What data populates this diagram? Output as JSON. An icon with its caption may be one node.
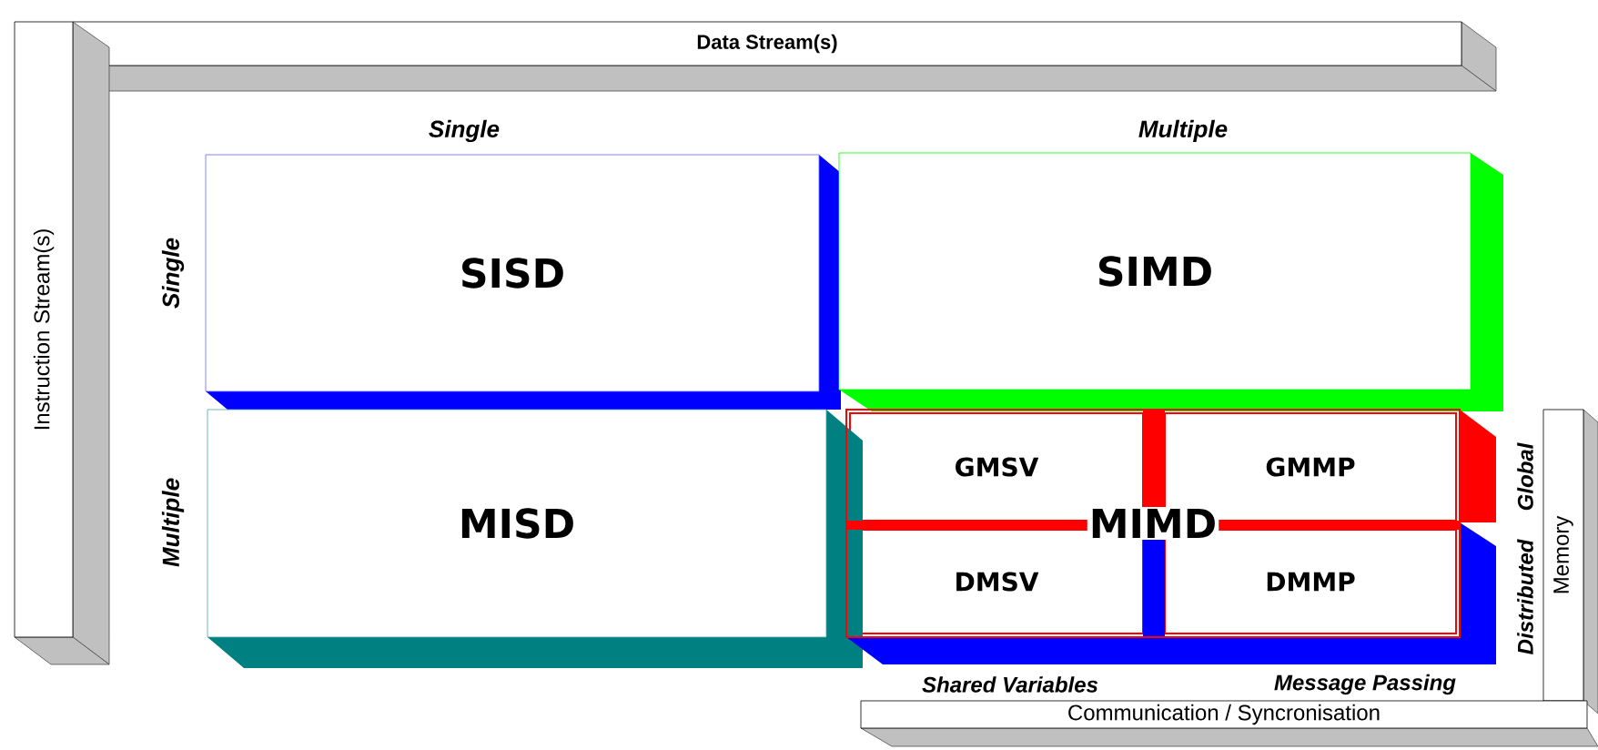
{
  "diagram": {
    "nodes": [
      {
        "text": [
          "Data Stream(s)"
        ]
      },
      {
        "text": [
          "Instruction Stream(s)"
        ]
      },
      {
        "text": [
          "SISD"
        ]
      },
      {
        "text": [
          "SIMD"
        ]
      },
      {
        "text": [
          "MISD"
        ]
      },
      {
        "text": [
          "MIMD"
        ]
      },
      {
        "text": [
          "GMSV"
        ],
        "in": 5
      },
      {
        "text": [
          "GMMP"
        ],
        "in": 5
      },
      {
        "text": [
          "DMSV"
        ],
        "in": 5
      },
      {
        "text": [
          "DMMP"
        ],
        "in": 5
      },
      {
        "text": [
          "Memory"
        ]
      },
      {
        "text": [
          "Communication / Syncronisation"
        ]
      }
    ],
    "labels": [
      "Single",
      "Multiple",
      "Single",
      "Multiple",
      "Global",
      "Distributed",
      "Shared Variables",
      "Message Passing"
    ]
  }
}
